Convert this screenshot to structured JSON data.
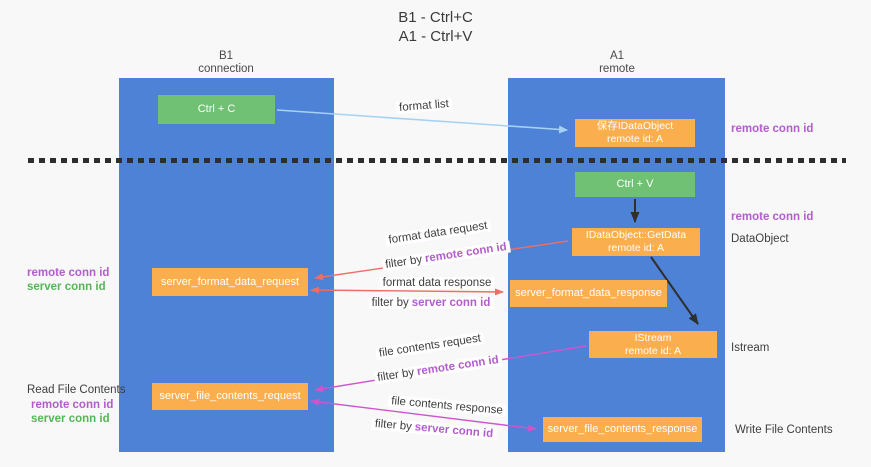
{
  "title": {
    "line1": "B1 - Ctrl+C",
    "line2": "A1 - Ctrl+V"
  },
  "lifelines": {
    "left": {
      "title": "B1",
      "subtitle": "connection"
    },
    "right": {
      "title": "A1",
      "subtitle": "remote"
    }
  },
  "nodes": {
    "ctrl_c": {
      "label": "Ctrl + C"
    },
    "ctrl_v": {
      "label": "Ctrl + V"
    },
    "save_idataobject": {
      "line1": "保存IDataObject",
      "line2": "remote id: A"
    },
    "getdata": {
      "line1": "IDataObject::GetData",
      "line2": "remote id: A"
    },
    "istream": {
      "line1": "IStream",
      "line2": "remote id: A"
    },
    "format_request": {
      "label": "server_format_data_request"
    },
    "format_response": {
      "label": "server_format_data_response"
    },
    "file_request": {
      "label": "server_file_contents_request"
    },
    "file_response": {
      "label": "server_file_contents_response"
    }
  },
  "edge_labels": {
    "format_list": "format list",
    "format_data_request": "format data request",
    "format_data_response": "format data response",
    "file_contents_request": "file contents request",
    "file_contents_response": "file contents response",
    "filter_by": "filter by",
    "remote_conn_id": "remote conn id",
    "server_conn_id": "server conn id"
  },
  "side_labels": {
    "remote_conn_id": "remote conn id",
    "server_conn_id": "server conn id",
    "dataobject": "DataObject",
    "istream": "Istream",
    "read_file_contents": "Read File Contents",
    "write_file_contents": "Write File Contents"
  },
  "colors": {
    "lifeline_blue": "#4d82d7",
    "node_green": "#70c173",
    "node_orange": "#fbae4d",
    "arrow_light_blue": "#a5d2f2",
    "arrow_salmon": "#ee6e66",
    "arrow_magenta": "#cf55cb",
    "arrow_black": "#2f2f2f",
    "text_purple": "#b35ccc",
    "text_green": "#56b556"
  }
}
